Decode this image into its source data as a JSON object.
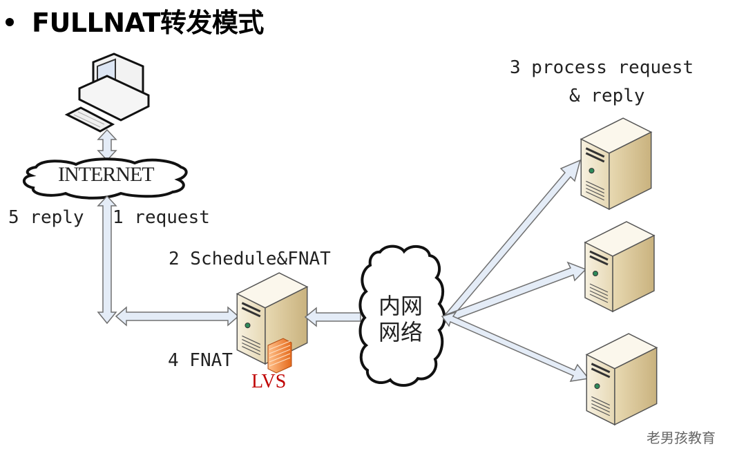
{
  "title": "FULLNAT转发模式",
  "diagram": {
    "client": {
      "icon": "desktop-computer-icon"
    },
    "internet_cloud": {
      "label": "INTERNET"
    },
    "labels": {
      "reply": "5 reply",
      "request": "1 request",
      "schedule": "2 Schedule&FNAT",
      "fnat": "4 FNAT",
      "lvs": "LVS",
      "process": "3 process request",
      "process_line2": "& reply"
    },
    "internal_cloud": {
      "line1": "内网",
      "line2": "网络"
    },
    "real_servers": [
      {
        "id": "rs1"
      },
      {
        "id": "rs2"
      },
      {
        "id": "rs3"
      }
    ],
    "colors": {
      "arrow_fill": "#e4ecf7",
      "arrow_stroke": "#707070",
      "server_body": "#efe5cc",
      "lvs_label": "#c00000",
      "firewall": "#f08a3c"
    }
  },
  "watermark": "老男孩教育"
}
